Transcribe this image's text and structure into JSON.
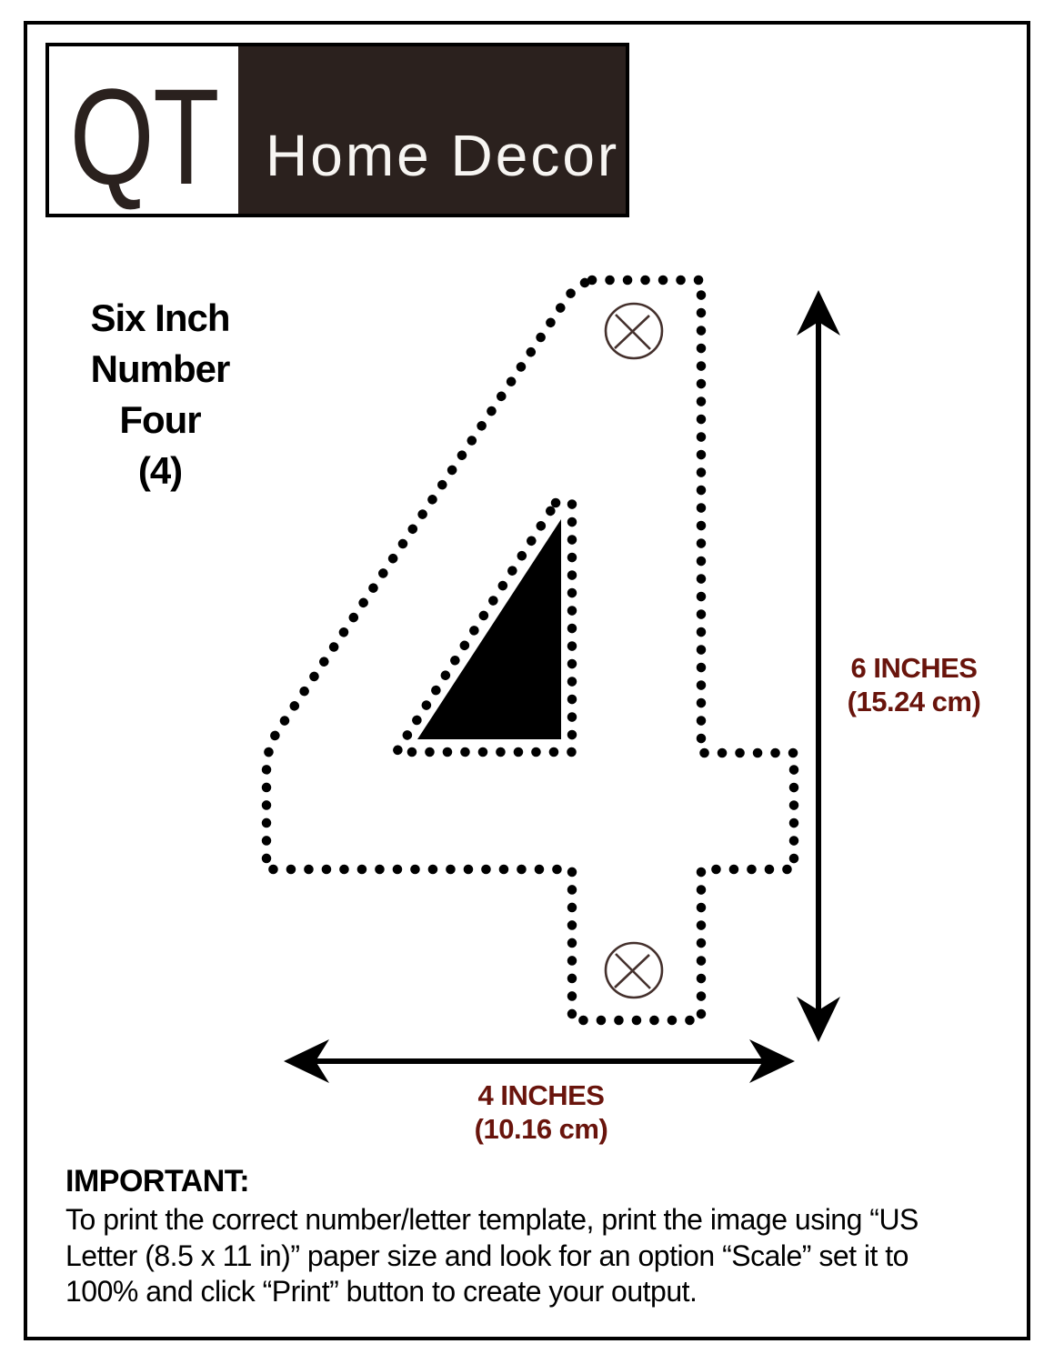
{
  "colors": {
    "ink": "#000000",
    "dim_text": "#69140c",
    "marker": "#44302c",
    "logo_bg": "#2b211e",
    "logo_fg": "#f7f5f2"
  },
  "logo": {
    "monogram": "QT",
    "brand": "Home Decor"
  },
  "title": {
    "lines": [
      "Six Inch",
      "Number",
      "Four",
      "(4)"
    ]
  },
  "template": {
    "digit": "4"
  },
  "dimensions": {
    "height": {
      "value": "6 INCHES",
      "metric": "(15.24 cm)"
    },
    "width": {
      "value": "4 INCHES",
      "metric": "(10.16 cm)"
    }
  },
  "important": {
    "heading": "IMPORTANT:",
    "lines": [
      "To print the correct number/letter template, print the image using “US",
      "Letter (8.5 x 11 in)” paper size and look for an option “Scale” set it to",
      "100% and click “Print” button to create your output."
    ]
  }
}
